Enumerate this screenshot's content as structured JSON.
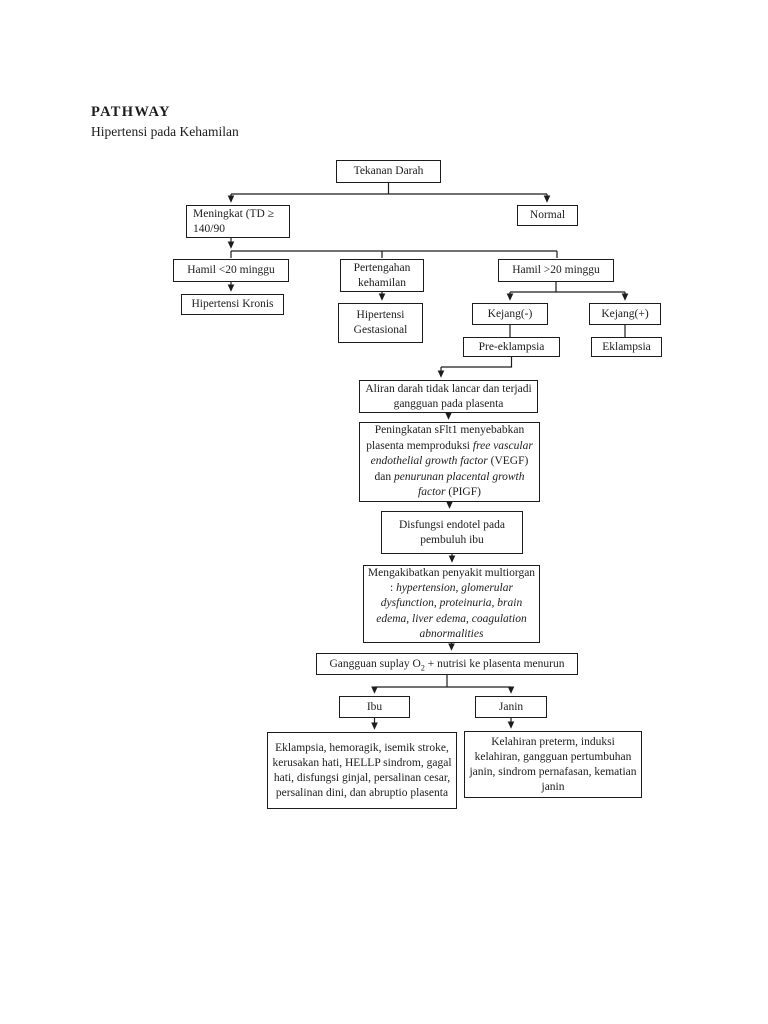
{
  "page": {
    "title": "PATHWAY",
    "subtitle": "Hipertensi pada Kehamilan"
  },
  "colors": {
    "ink": "#1c1c1c",
    "background": "#ffffff"
  },
  "flowchart": {
    "nodes": {
      "tekanan_darah": {
        "label": "Tekanan Darah"
      },
      "meningkat": {
        "label": "Meningkat (TD ≥ 140/90"
      },
      "normal": {
        "label": "Normal"
      },
      "hamil_lt20": {
        "label": "Hamil <20 minggu"
      },
      "pertengahan": {
        "label": "Pertengahan kehamilan"
      },
      "hamil_gt20": {
        "label": "Hamil >20 minggu"
      },
      "hipertensi_kronis": {
        "label": "Hipertensi Kronis"
      },
      "hipertensi_gestasional": {
        "label": "Hipertensi Gestasional"
      },
      "kejang_neg": {
        "label": "Kejang(-)"
      },
      "kejang_pos": {
        "label": "Kejang(+)"
      },
      "pre_eklampsia": {
        "label": "Pre-eklampsia"
      },
      "eklampsia": {
        "label": "Eklampsia"
      },
      "aliran_darah": {
        "label": "Aliran darah tidak lancar dan terjadi gangguan pada plasenta"
      },
      "sflt1": {
        "segments": [
          {
            "t": "Peningkatan sFlt1 menyebabkan plasenta memproduksi "
          },
          {
            "t": "free vascular endothelial growth factor",
            "italic": true
          },
          {
            "t": " (VEGF) dan "
          },
          {
            "t": "penurunan placental growth factor",
            "italic": true
          },
          {
            "t": " (PIGF)"
          }
        ]
      },
      "disfungsi": {
        "label": "Disfungsi endotel pada pembuluh ibu"
      },
      "mengakibatkan": {
        "segments": [
          {
            "t": "Mengakibatkan penyakit multiorgan : "
          },
          {
            "t": "hypertension, glomerular dysfunction, proteinuria, brain edema, liver edema, coagulation abnormalities",
            "italic": true
          }
        ]
      },
      "gangguan_suplay": {
        "segments": [
          {
            "t": "Gangguan suplay O"
          },
          {
            "t": "2",
            "sub": true
          },
          {
            "t": " + nutrisi ke plasenta menurun"
          }
        ]
      },
      "ibu": {
        "label": "Ibu"
      },
      "janin": {
        "label": "Janin"
      },
      "ibu_outcome": {
        "label": "Eklampsia, hemoragik, isemik stroke, kerusakan hati, HELLP sindrom, gagal hati, disfungsi ginjal, persalinan cesar, persalinan dini, dan abruptio plasenta"
      },
      "janin_outcome": {
        "label": "Kelahiran preterm, induksi kelahiran, gangguan pertumbuhan janin, sindrom pernafasan, kematian janin"
      }
    }
  }
}
